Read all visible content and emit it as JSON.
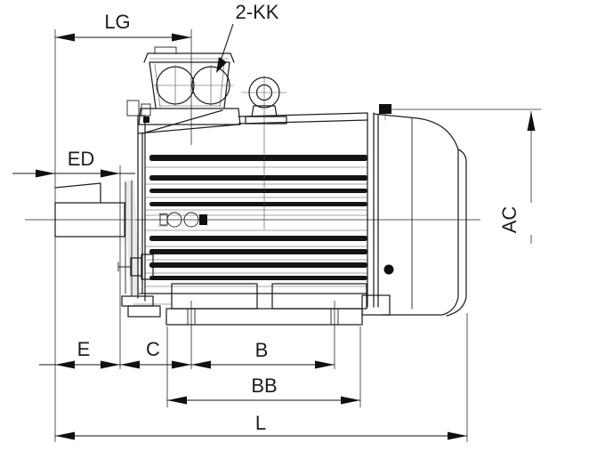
{
  "dimension_labels": {
    "lg": "LG",
    "kk": "2-KK",
    "ed": "ED",
    "ac": "AC",
    "e": "E",
    "c": "C",
    "b": "B",
    "bb": "BB",
    "l": "L"
  },
  "colors": {
    "line": "#1f1f1f",
    "arrow_fill": "#101010",
    "background": "#ffffff",
    "shade": "#d9d9d9"
  }
}
